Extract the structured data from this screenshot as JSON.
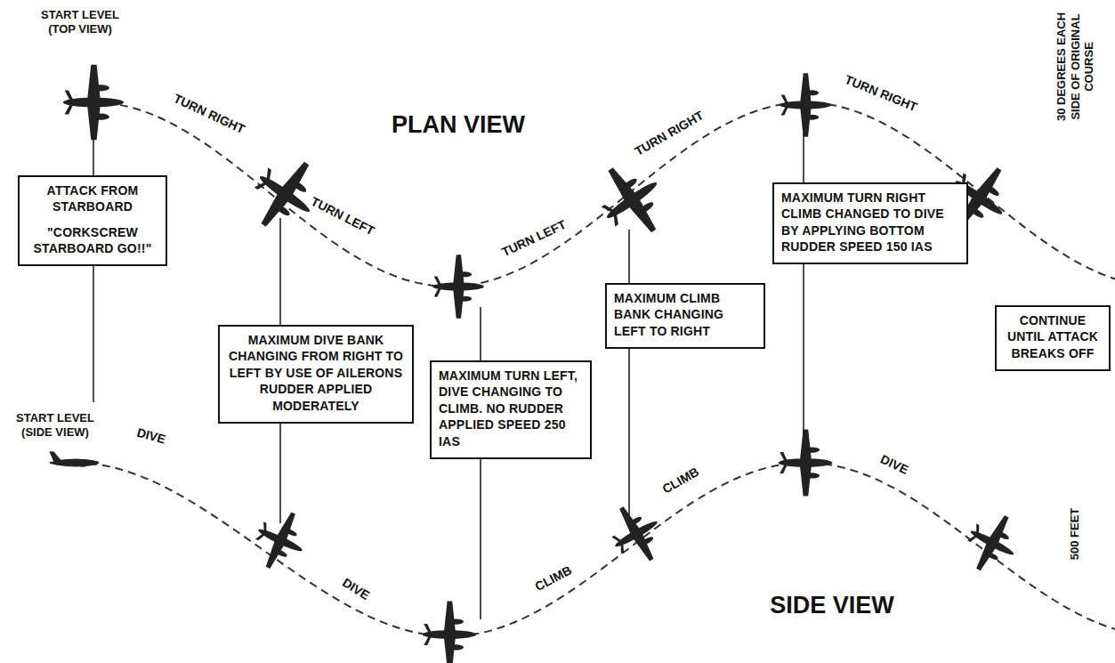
{
  "diagram": {
    "nodes": [
      {
        "text": [
          "ATTACK FROM STARBOARD",
          "\"CORKSCREW STARBOARD GO!!\""
        ]
      },
      {
        "text": [
          "MAXIMUM DIVE BANK CHANGING FROM RIGHT TO LEFT BY USE OF AILERONS RUDDER APPLIED MODERATELY"
        ]
      },
      {
        "text": [
          "MAXIMUM TURN LEFT, DIVE CHANGING TO CLIMB. NO RUDDER APPLIED SPEED 250 IAS"
        ]
      },
      {
        "text": [
          "MAXIMUM CLIMB BANK CHANGING LEFT TO RIGHT"
        ]
      },
      {
        "text": [
          "MAXIMUM TURN RIGHT CLIMB CHANGED TO DIVE BY APPLYING BOTTOM RUDDER SPEED 150 IAS"
        ]
      },
      {
        "text": [
          "CONTINUE UNTIL ATTACK BREAKS OFF"
        ]
      }
    ],
    "labels": [
      "START LEVEL (TOP VIEW)",
      "PLAN VIEW",
      "TURN RIGHT",
      "TURN LEFT",
      "TURN LEFT",
      "TURN RIGHT",
      "TURN RIGHT",
      "30 DEGREES EACH SIDE OF ORIGINAL COURSE",
      "START LEVEL (SIDE VIEW)",
      "DIVE",
      "DIVE",
      "CLIMB",
      "CLIMB",
      "DIVE",
      "SIDE VIEW",
      "500 FEET"
    ]
  }
}
